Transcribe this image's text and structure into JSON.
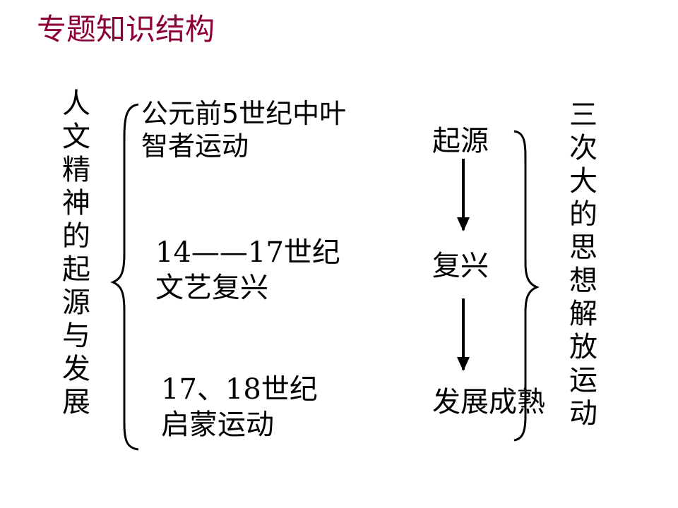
{
  "title": "专题知识结构",
  "left_vertical": "人文精神的起源与发展",
  "right_vertical": "三次大的思想解放运动",
  "periods": [
    {
      "time": "公元前5世纪中叶",
      "movement": "智者运动"
    },
    {
      "time": "14——17世纪",
      "movement": "文艺复兴"
    },
    {
      "time": "17、18世纪",
      "movement": "启蒙运动"
    }
  ],
  "stages": [
    "起源",
    "复兴",
    "发展成熟"
  ],
  "colors": {
    "title": "#8b0038",
    "text": "#000000"
  }
}
